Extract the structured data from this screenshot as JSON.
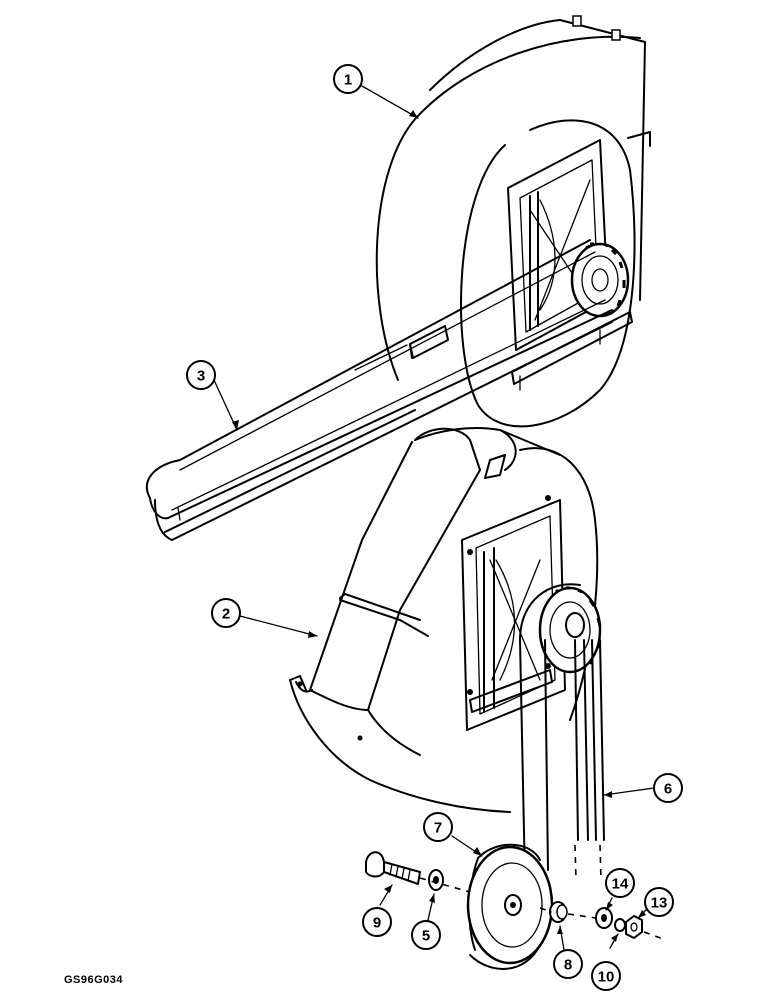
{
  "drawing_ref": "GS96G034",
  "callouts": [
    {
      "id": "1",
      "label": "1"
    },
    {
      "id": "2",
      "label": "2"
    },
    {
      "id": "3",
      "label": "3"
    },
    {
      "id": "5",
      "label": "5"
    },
    {
      "id": "6",
      "label": "6"
    },
    {
      "id": "7",
      "label": "7"
    },
    {
      "id": "8",
      "label": "8"
    },
    {
      "id": "9",
      "label": "9"
    },
    {
      "id": "10",
      "label": "10"
    },
    {
      "id": "13",
      "label": "13"
    },
    {
      "id": "14",
      "label": "14"
    }
  ],
  "line_color": "#000000",
  "background_color": "#ffffff"
}
